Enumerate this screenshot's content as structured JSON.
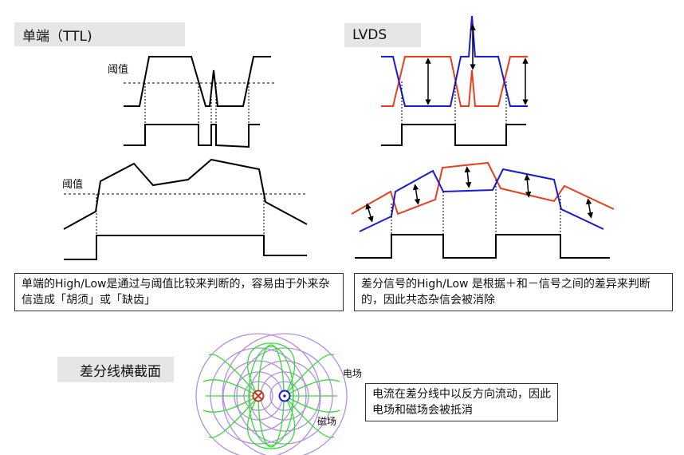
{
  "single_ended": {
    "title": "单端（TTL)",
    "threshold_label_top": "阈值",
    "threshold_label_bottom": "阈值",
    "note": "单端的High/Low是通过与阈值比较来判断的，容易由于外来杂信造成「胡须」或「缺齿」"
  },
  "lvds": {
    "title": "LVDS",
    "note": "差分信号的High/Low 是根据＋和－信号之间的差异来判断的，因此共态杂信会被消除"
  },
  "cross_section": {
    "title": "差分线横截面",
    "electric_field_label": "电场",
    "magnetic_field_label": "磁场",
    "note": "电流在差分线中以反方向流动，因此电场和磁场会被抵消"
  },
  "colors": {
    "red_signal": "#e8401c",
    "blue_signal": "#1a1ad6",
    "electric_field": "#33dd33",
    "magnetic_field": "#b48ee0",
    "box_fill": "#e6e6e6"
  }
}
